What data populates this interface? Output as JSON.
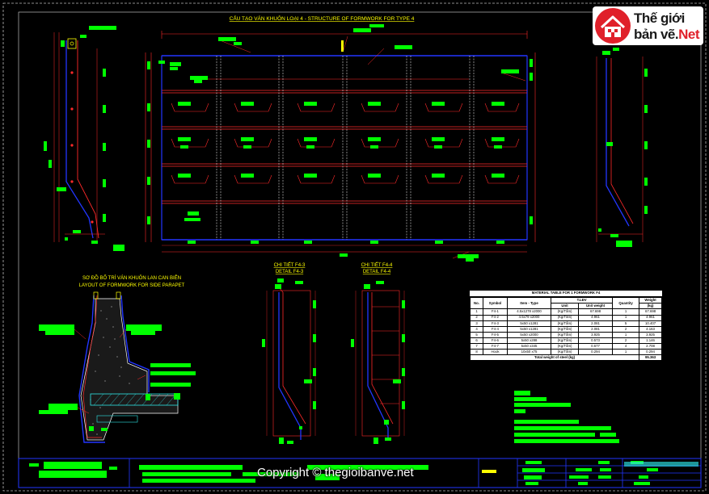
{
  "drawing": {
    "title_main": "CẤU TẠO VÁN KHUÔN LOẠI 4 - STRUCTURE OF FORMWORK FOR TYPE 4",
    "title_layout_line1": "SƠ ĐỒ BỐ TRÍ VÁN KHUÔN LAN CAN BIÊN",
    "title_layout_line2": "LAYOUT OF FORMWORK FOR SIDE PARAPET",
    "detail_a_line1": "CHI TIẾT F4-3",
    "detail_a_line2": "DETAIL F4-3",
    "detail_b_line1": "CHI TIẾT F4-4",
    "detail_b_line2": "DETAIL F4-4"
  },
  "material_table": {
    "title": "MATERIAL TABLE FOR 1 FORMWORK F4",
    "headers": {
      "no": "No.",
      "symbol": "Symbol",
      "item_type": "Item - Type",
      "tldv": "T.LĐV",
      "unit": "Unit",
      "unit_weight": "Unit weight",
      "quantity": "Quantity",
      "weight": "Weight",
      "weight_unit": "(kg)"
    },
    "rows": [
      {
        "no": "1",
        "symbol": "F4-1",
        "item": "4.5x1278 x2000",
        "unit": "(Kg/Tấm)",
        "unit_weight": "67.698",
        "qty": "1",
        "weight": "67.698"
      },
      {
        "no": "2",
        "symbol": "F4-2",
        "item": "4.5x79 x2000",
        "unit": "(Kg/Tấm)",
        "unit_weight": "4.961",
        "qty": "1",
        "weight": "4.961"
      },
      {
        "no": "3",
        "symbol": "F4-3",
        "item": "5x50 x1281",
        "unit": "(Kg/Tấm)",
        "unit_weight": "2.081",
        "qty": "5",
        "weight": "10.407"
      },
      {
        "no": "4",
        "symbol": "F4-4",
        "item": "5x50 x1281",
        "unit": "(Kg/Tấm)",
        "unit_weight": "2.081",
        "qty": "2",
        "weight": "4.163"
      },
      {
        "no": "5",
        "symbol": "F4-5",
        "item": "5x50 x2000",
        "unit": "(Kg/Tấm)",
        "unit_weight": "3.925",
        "qty": "1",
        "weight": "3.925"
      },
      {
        "no": "6",
        "symbol": "F4-6",
        "item": "5x50 x288",
        "unit": "(Kg/Tấm)",
        "unit_weight": "0.573",
        "qty": "2",
        "weight": "1.146"
      },
      {
        "no": "7",
        "symbol": "F4-7",
        "item": "5x50 x345",
        "unit": "(Kg/Tấm)",
        "unit_weight": "0.677",
        "qty": "4",
        "weight": "2.708"
      },
      {
        "no": "8",
        "symbol": "Hook",
        "item": "10x50 x75",
        "unit": "(Kg/Tấm)",
        "unit_weight": "0.294",
        "qty": "1",
        "weight": "0.294"
      }
    ],
    "total_label": "Total weight of steel (kg)",
    "total_value": "95.363"
  },
  "logo": {
    "line1": "Thế giới",
    "line2": "bản vẽ.",
    "line2_accent": "Net"
  },
  "watermark": "Copyright © thegioibanve.net",
  "colors": {
    "background": "#000000",
    "outline": "#ff2a2a",
    "steel_line": "#2236ff",
    "dimension_tag": "#00ff00",
    "label_text": "#ffff00",
    "brand_red": "#e0202a"
  }
}
